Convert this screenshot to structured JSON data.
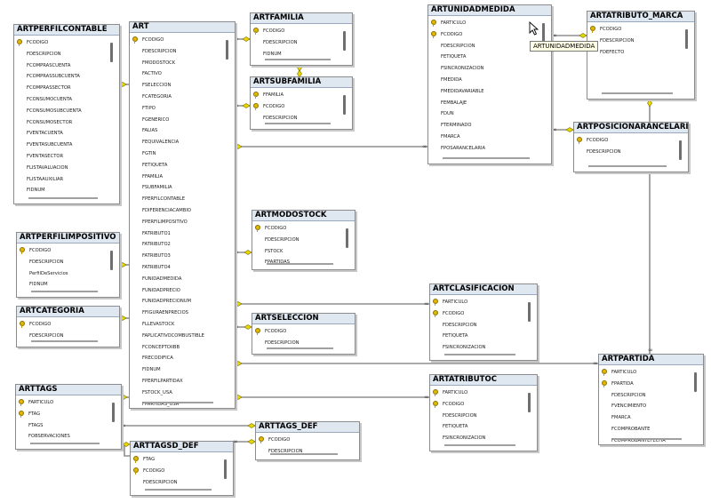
{
  "tables": [
    {
      "id": "artperfilcontable",
      "title": "ARTPERFILCONTABLE",
      "rows": [
        {
          "name": "FCODIGO",
          "pk": true
        },
        {
          "name": "FDESCRIPCION"
        },
        {
          "name": "FCOMPRASCUENTA"
        },
        {
          "name": "FCOMPRASSUBCUENTA"
        },
        {
          "name": "FCOMPRASSECTOR"
        },
        {
          "name": "FCONSUMOCUENTA"
        },
        {
          "name": "FCONSUMOSUBCUENTA"
        },
        {
          "name": "FCONSUMOSECTOR"
        },
        {
          "name": "FVENTACUENTA"
        },
        {
          "name": "FVENTASUBCUENTA"
        },
        {
          "name": "FVENTASECTOR"
        },
        {
          "name": "FLISTAVALUACION"
        },
        {
          "name": "FLISTAAUXILIAR"
        },
        {
          "name": "FIDNUM"
        }
      ]
    },
    {
      "id": "art",
      "title": "ART",
      "rows": [
        {
          "name": "FCODIGO",
          "pk": true
        },
        {
          "name": "FDESCRIPCION"
        },
        {
          "name": "FMODOSTOCK"
        },
        {
          "name": "FACTIVO"
        },
        {
          "name": "FSELECCION"
        },
        {
          "name": "FCATEGORIA"
        },
        {
          "name": "FTIPO"
        },
        {
          "name": "FGENERICO"
        },
        {
          "name": "FALIAS"
        },
        {
          "name": "FEQUIVALENCIA"
        },
        {
          "name": "FGTIN"
        },
        {
          "name": "FETIQUETA"
        },
        {
          "name": "FFAMILIA"
        },
        {
          "name": "FSUBFAMILIA"
        },
        {
          "name": "FPERFILCONTABLE"
        },
        {
          "name": "FDIFERENCIACAMBIO"
        },
        {
          "name": "FPERFILIMPOSITIVO"
        },
        {
          "name": "FATRIBUTO1"
        },
        {
          "name": "FATRIBUTO2"
        },
        {
          "name": "FATRIBUTO3"
        },
        {
          "name": "FATRIBUTO4"
        },
        {
          "name": "FUNIDADMEDIDA"
        },
        {
          "name": "FUNIDADPRECIO"
        },
        {
          "name": "FUNIDADPRECIONUM"
        },
        {
          "name": "FFIGURAENPRECIOS"
        },
        {
          "name": "FLLEVASTOCK"
        },
        {
          "name": "FAPLICATIVOCOMBUSTIBLE"
        },
        {
          "name": "FCONCEPTOIIBB"
        },
        {
          "name": "FRECODIFICA"
        },
        {
          "name": "FIDNUM"
        },
        {
          "name": "FPERFILPARTIDAX"
        },
        {
          "name": "FSTOCK_USA"
        },
        {
          "name": "FPARTIDAS_USA"
        }
      ]
    },
    {
      "id": "artfamilia",
      "title": "ARTFAMILIA",
      "rows": [
        {
          "name": "FCODIGO",
          "pk": true
        },
        {
          "name": "FDESCRIPCION"
        },
        {
          "name": "FIDNUM"
        }
      ]
    },
    {
      "id": "artsubfamilia",
      "title": "ARTSUBFAMILIA",
      "rows": [
        {
          "name": "FFAMILIA",
          "pk": true
        },
        {
          "name": "FCODIGO",
          "pk": true
        },
        {
          "name": "FDESCRIPCION"
        }
      ]
    },
    {
      "id": "artunidadmedida",
      "title": "ARTUNIDADMEDIDA",
      "rows": [
        {
          "name": "FARTICULO",
          "pk": true
        },
        {
          "name": "FCODIGO",
          "pk": true
        },
        {
          "name": "FDESCRIPCION"
        },
        {
          "name": "FETIQUETA"
        },
        {
          "name": "FSINCRONIZACION"
        },
        {
          "name": "FMEDIDA"
        },
        {
          "name": "FMEDIDAVARIABLE"
        },
        {
          "name": "FEMBALAJE"
        },
        {
          "name": "FDUN"
        },
        {
          "name": "FTERMINADO"
        },
        {
          "name": "FMARCA"
        },
        {
          "name": "FPOSARANCELARIA"
        }
      ]
    },
    {
      "id": "artatributo_marca",
      "title": "ARTATRIBUTO_MARCA",
      "rows": [
        {
          "name": "FCODIGO",
          "pk": true
        },
        {
          "name": "FDESCRIPCION"
        },
        {
          "name": "FDEFECTO"
        }
      ]
    },
    {
      "id": "artposicionarancelaria",
      "title": "ARTPOSICIONARANCELARIA",
      "rows": [
        {
          "name": "FCODIGO",
          "pk": true
        },
        {
          "name": "FDESCRIPCION"
        }
      ]
    },
    {
      "id": "artperfilimpositivo",
      "title": "ARTPERFILIMPOSITIVO",
      "rows": [
        {
          "name": "FCODIGO",
          "pk": true
        },
        {
          "name": "FDESCRIPCION"
        },
        {
          "name": "PerfilDeServicios"
        },
        {
          "name": "FIDNUM"
        }
      ]
    },
    {
      "id": "artmodostock",
      "title": "ARTMODOSTOCK",
      "rows": [
        {
          "name": "FCODIGO",
          "pk": true
        },
        {
          "name": "FDESCRIPCION"
        },
        {
          "name": "FSTOCK"
        },
        {
          "name": "FPARTIDAS"
        }
      ]
    },
    {
      "id": "artcategoria",
      "title": "ARTCATEGORIA",
      "rows": [
        {
          "name": "FCODIGO",
          "pk": true
        },
        {
          "name": "FDESCRIPCION"
        }
      ]
    },
    {
      "id": "artclasificacion",
      "title": "ARTCLASIFICACION",
      "rows": [
        {
          "name": "FARTICULO",
          "pk": true
        },
        {
          "name": "FCODIGO",
          "pk": true
        },
        {
          "name": "FDESCRIPCION"
        },
        {
          "name": "FETIQUETA"
        },
        {
          "name": "FSINCRONIZACION"
        }
      ]
    },
    {
      "id": "artseleccion",
      "title": "ARTSELECCION",
      "rows": [
        {
          "name": "FCODIGO",
          "pk": true
        },
        {
          "name": "FDESCRIPCION"
        }
      ]
    },
    {
      "id": "artpartida",
      "title": "ARTPARTIDA",
      "rows": [
        {
          "name": "FARTICULO",
          "pk": true
        },
        {
          "name": "FPARTIDA",
          "pk": true
        },
        {
          "name": "FDESCRIPCION"
        },
        {
          "name": "FVENCIMIENTO"
        },
        {
          "name": "FMARCA"
        },
        {
          "name": "FCOMPROBANTE"
        },
        {
          "name": "FCOMPROBANTEFECHA"
        }
      ]
    },
    {
      "id": "arttags",
      "title": "ARTTAGS",
      "rows": [
        {
          "name": "FARTICULO",
          "pk": true
        },
        {
          "name": "FTAG",
          "pk": true
        },
        {
          "name": "FTAGS"
        },
        {
          "name": "FOBSERVACIONES"
        }
      ]
    },
    {
      "id": "artatributoc",
      "title": "ARTATRIBUTOC",
      "rows": [
        {
          "name": "FARTICULO",
          "pk": true
        },
        {
          "name": "FCODIGO",
          "pk": true
        },
        {
          "name": "FDESCRIPCION"
        },
        {
          "name": "FETIQUETA"
        },
        {
          "name": "FSINCRONIZACION"
        }
      ]
    },
    {
      "id": "arttags_def",
      "title": "ARTTAGS_DEF",
      "rows": [
        {
          "name": "FCODIGO",
          "pk": true
        },
        {
          "name": "FDESCRIPCION"
        }
      ]
    },
    {
      "id": "arttagsd_def",
      "title": "ARTTAGSD_DEF",
      "rows": [
        {
          "name": "FTAG",
          "pk": true
        },
        {
          "name": "FCODIGO",
          "pk": true
        },
        {
          "name": "FDESCRIPCION"
        }
      ]
    }
  ],
  "tooltip": "ARTUNIDADMEDIDA",
  "colors": {
    "key": "#e2b800",
    "connector": "#8f8f8f",
    "diamond": "#e8d800",
    "title_bg": "#dfe7f1"
  }
}
